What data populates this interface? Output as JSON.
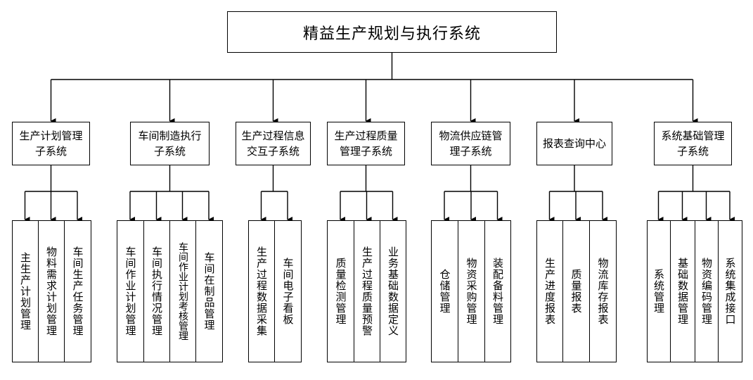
{
  "title": "精益生产规划与执行系统",
  "modules": [
    {
      "label": "生产计划管理\n子系统",
      "children": [
        "主生产计划管理",
        "物料需求计划管理",
        "车间生产任务管理"
      ]
    },
    {
      "label": "车间制造执行\n子系统",
      "children": [
        "车间作业计划管理",
        "车间执行情况管理",
        "车间作业计划考核管理",
        "车间在制品管理"
      ]
    },
    {
      "label": "生产过程信息\n交互子系统",
      "children": [
        "生产过程数据采集",
        "车间电子看板"
      ]
    },
    {
      "label": "生产过程质量\n管理子系统",
      "children": [
        "质量检测管理",
        "生产过程质量预警",
        "业务基础数据定义"
      ]
    },
    {
      "label": "物流供应链管\n理子系统",
      "children": [
        "仓储管理",
        "物资采购管理",
        "装配备料管理"
      ]
    },
    {
      "label": "报表查询中心",
      "children": [
        "生产进度报表",
        "质量报表",
        "物流库存报表"
      ]
    },
    {
      "label": "系统基础管理\n子系统",
      "children": [
        "系统管理",
        "基础数据管理",
        "物资编码管理",
        "系统集成接口"
      ]
    }
  ]
}
